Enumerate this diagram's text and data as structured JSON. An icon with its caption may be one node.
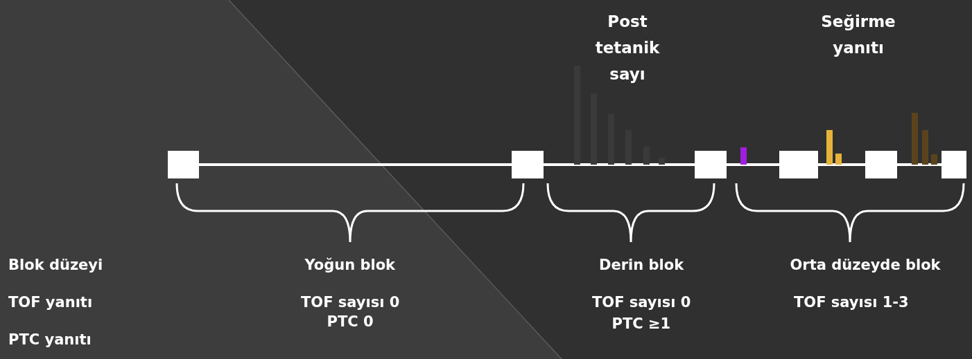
{
  "diagram": {
    "nodes": [
      {
        "text": [],
        "shape": "box"
      },
      {
        "text": [],
        "shape": "box"
      },
      {
        "text": [],
        "shape": "box"
      },
      {
        "text": [],
        "shape": "box"
      },
      {
        "text": [],
        "shape": "box"
      },
      {
        "text": [],
        "shape": "box"
      }
    ],
    "edges": [
      {
        "from": 0,
        "to": 1,
        "arrow": "none"
      },
      {
        "from": 1,
        "to": 2,
        "arrow": "none"
      },
      {
        "from": 2,
        "to": 3,
        "arrow": "none"
      },
      {
        "from": 3,
        "to": 4,
        "arrow": "none"
      },
      {
        "from": 4,
        "to": 5,
        "arrow": "none"
      }
    ],
    "labels": [
      "Post tetanik sayı",
      "Seğirme yanıtı",
      "Blok düzeyi",
      "Yoğun blok",
      "Derin blok",
      "Orta düzeyde blok",
      "TOF yanıtı",
      "TOF sayısı 0",
      "TOF sayısı 0",
      "TOF sayısı 1-3",
      "PTC yanıtı",
      "PTC 0",
      "PTC ≥1"
    ]
  }
}
